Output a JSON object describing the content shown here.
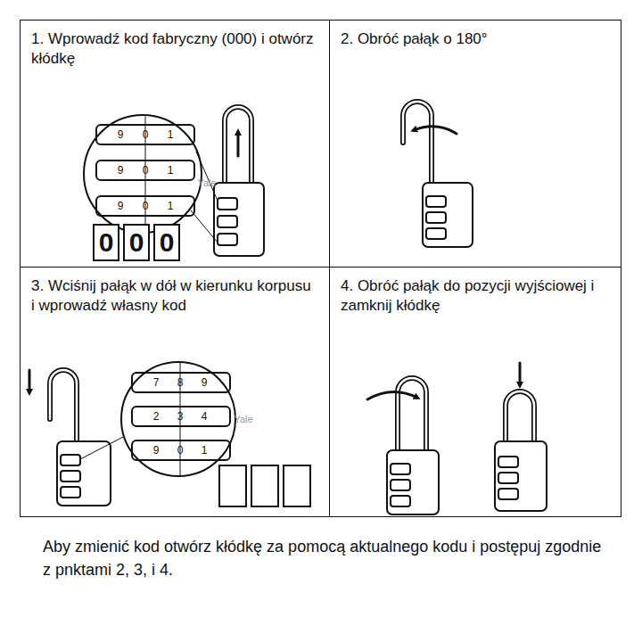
{
  "diagram": {
    "caption": "Aby zmienić kod otwórz kłódkę za pomocą aktualnego kodu i postępuj zgodnie z pnktami 2, 3, i 4.",
    "nodes": [
      {
        "text": [
          "1. Wprowadź kod fabryczny (000) i otwórz kłódkę"
        ]
      },
      {
        "text": [
          "0"
        ],
        "in": 0
      },
      {
        "text": [
          "0"
        ],
        "in": 0
      },
      {
        "text": [
          "0"
        ],
        "in": 0
      },
      {
        "text": [
          "2. Obróć pałąk o 180°"
        ]
      },
      {
        "text": [
          "3. Wciśnij pałąk w dół w kierunku korpusu i wprowadź własny kod"
        ]
      },
      {
        "text": [
          "4. Obróć pałąk do pozycji wyjściowej i zamknij kłódkę"
        ]
      }
    ],
    "labels": [
      "9",
      "0",
      "1",
      "9",
      "0",
      "1",
      "9",
      "0",
      "1",
      "Yale",
      "7",
      "8",
      "9",
      "2",
      "3",
      "4",
      "9",
      "0",
      "1",
      "Yale"
    ]
  }
}
